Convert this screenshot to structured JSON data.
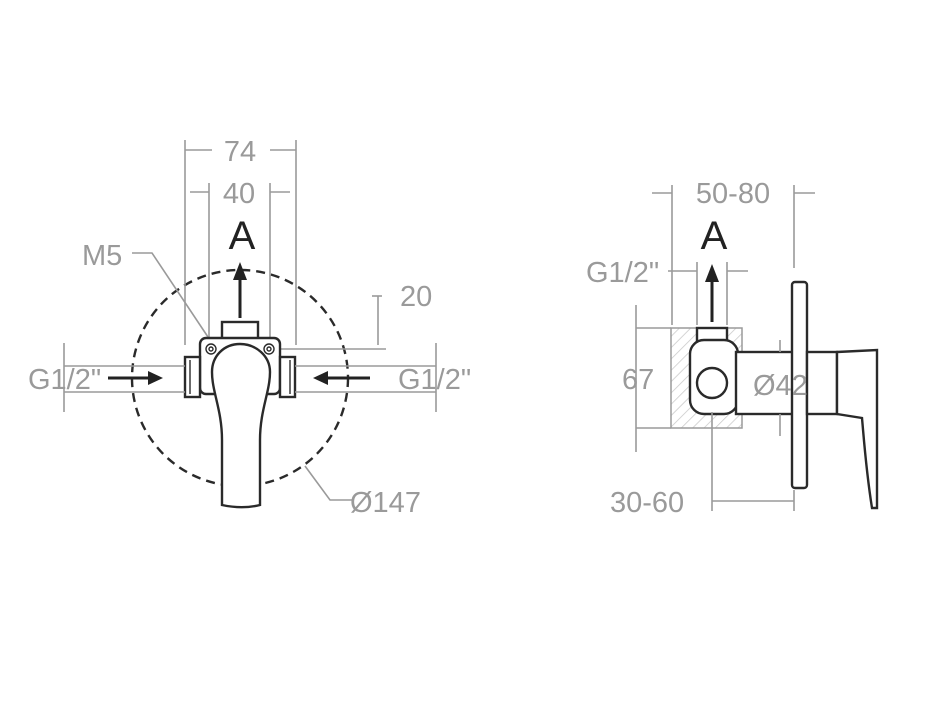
{
  "colors": {
    "dimension": "#9a9a9a",
    "outline": "#2a2a2a",
    "background": "#ffffff"
  },
  "front_view": {
    "dim_74": "74",
    "dim_40": "40",
    "flow_label": "A",
    "screw_label": "M5",
    "dim_20": "20",
    "inlet_left": "G1/2\"",
    "inlet_right": "G1/2\"",
    "plate_diameter": "Ø147"
  },
  "side_view": {
    "dim_depth": "50-80",
    "flow_label": "A",
    "outlet_thread": "G1/2\"",
    "dim_67": "67",
    "body_diameter": "Ø42",
    "dim_wall": "30-60"
  }
}
